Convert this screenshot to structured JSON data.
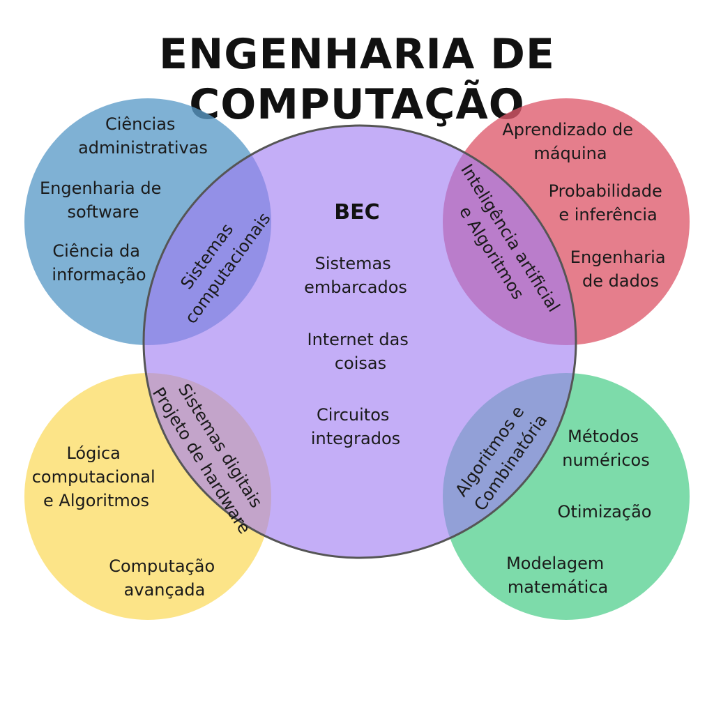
{
  "title": "ENGENHARIA DE COMPUTAÇÃO",
  "colors": {
    "blue": "#5b9bc8",
    "red": "#de5a6c",
    "yellow": "#fbd955",
    "green": "#52cf8e",
    "purple": "#a07cf2",
    "outline": "#555555"
  },
  "center": {
    "heading": "BEC",
    "items": [
      [
        "Sistemas",
        "embarcados"
      ],
      [
        "Internet das",
        "coisas"
      ],
      [
        "Circuitos",
        "integrados"
      ]
    ]
  },
  "top_left": {
    "items": [
      [
        "Ciências",
        "administrativas"
      ],
      [
        "Engenharia de",
        "software"
      ],
      [
        "Ciência da",
        "informação"
      ]
    ],
    "overlap": [
      "Sistemas",
      "computacionais"
    ]
  },
  "top_right": {
    "items": [
      [
        "Aprendizado de",
        "máquina"
      ],
      [
        "Probabilidade",
        "e inferência"
      ],
      [
        "Engenharia",
        "de dados"
      ]
    ],
    "overlap": [
      "Inteligência artificial",
      "e Algoritmos"
    ]
  },
  "bottom_left": {
    "items": [
      [
        "Lógica",
        "computacional",
        "e Algoritmos"
      ],
      [
        "Computação",
        "avançada"
      ]
    ],
    "overlap": [
      "Sistemas digitais",
      "Projeto de hardware"
    ]
  },
  "bottom_right": {
    "items": [
      [
        "Métodos",
        "numéricos"
      ],
      [
        "Otimização"
      ],
      [
        "Modelagem",
        "matemática"
      ]
    ],
    "overlap": [
      "Algoritmos e",
      "Combinatória"
    ]
  }
}
